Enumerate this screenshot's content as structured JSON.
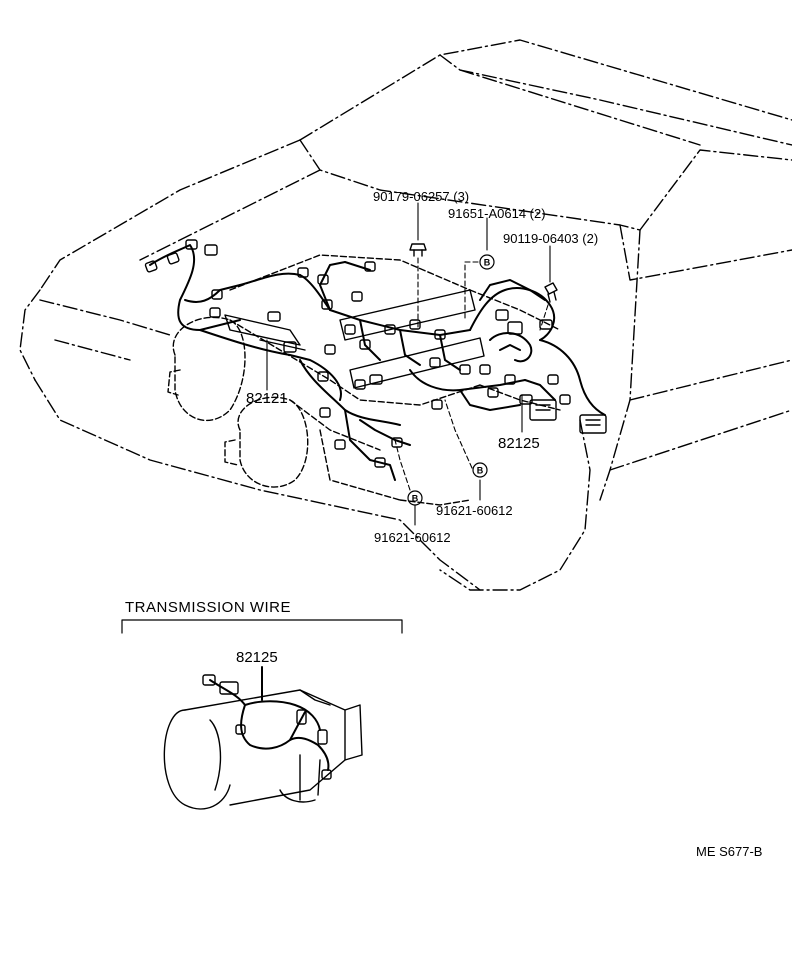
{
  "labels": {
    "part_90179": "90179-06257 (3)",
    "part_91651": "91651-A0614 (2)",
    "part_90119": "90119-06403 (2)",
    "part_82121": "82121",
    "part_82125_main": "82125",
    "part_91621_a": "91621-60612",
    "part_91621_b": "91621-60612",
    "section_title": "TRANSMISSION WIRE",
    "part_82125_inset": "82125",
    "drawing_code": "ME S677-B"
  },
  "callout_letter": "B",
  "colors": {
    "ink": "#000000",
    "paper": "#ffffff"
  }
}
